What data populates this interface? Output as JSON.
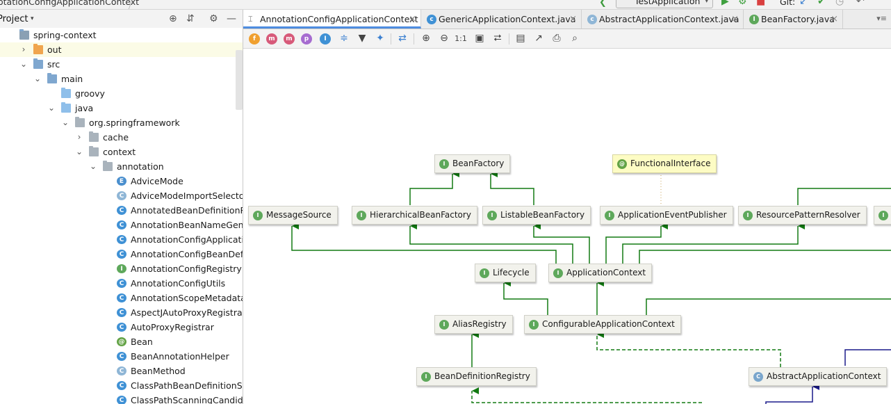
{
  "window": {
    "title": "otationConfigApplicationContext",
    "run_config": "TestApplication",
    "git_label": "Git:"
  },
  "project": {
    "title": "Project",
    "tree": [
      {
        "label": "spring-context",
        "depth": 0,
        "arrow": "",
        "icon": "module"
      },
      {
        "label": "out",
        "depth": 1,
        "arrow": "›",
        "icon": "folder-out",
        "selected": true
      },
      {
        "label": "src",
        "depth": 1,
        "arrow": "⌄",
        "icon": "folder"
      },
      {
        "label": "main",
        "depth": 2,
        "arrow": "⌄",
        "icon": "folder"
      },
      {
        "label": "groovy",
        "depth": 3,
        "arrow": "",
        "icon": "folder-light"
      },
      {
        "label": "java",
        "depth": 3,
        "arrow": "⌄",
        "icon": "folder-light"
      },
      {
        "label": "org.springframework",
        "depth": 4,
        "arrow": "⌄",
        "icon": "package"
      },
      {
        "label": "cache",
        "depth": 5,
        "arrow": "›",
        "icon": "package"
      },
      {
        "label": "context",
        "depth": 5,
        "arrow": "⌄",
        "icon": "package"
      },
      {
        "label": "annotation",
        "depth": 6,
        "arrow": "⌄",
        "icon": "package"
      },
      {
        "label": "AdviceMode",
        "depth": 7,
        "arrow": "",
        "icon": "E"
      },
      {
        "label": "AdviceModeImportSelector",
        "depth": 7,
        "arrow": "",
        "icon": "C-abstract"
      },
      {
        "label": "AnnotatedBeanDefinitionReade",
        "depth": 7,
        "arrow": "",
        "icon": "C"
      },
      {
        "label": "AnnotationBeanNameGenerato",
        "depth": 7,
        "arrow": "",
        "icon": "C"
      },
      {
        "label": "AnnotationConfigApplicationCo",
        "depth": 7,
        "arrow": "",
        "icon": "C"
      },
      {
        "label": "AnnotationConfigBeanDefinition",
        "depth": 7,
        "arrow": "",
        "icon": "C"
      },
      {
        "label": "AnnotationConfigRegistry",
        "depth": 7,
        "arrow": "",
        "icon": "I"
      },
      {
        "label": "AnnotationConfigUtils",
        "depth": 7,
        "arrow": "",
        "icon": "C"
      },
      {
        "label": "AnnotationScopeMetadataResc",
        "depth": 7,
        "arrow": "",
        "icon": "C"
      },
      {
        "label": "AspectJAutoProxyRegistrar",
        "depth": 7,
        "arrow": "",
        "icon": "C"
      },
      {
        "label": "AutoProxyRegistrar",
        "depth": 7,
        "arrow": "",
        "icon": "C"
      },
      {
        "label": "Bean",
        "depth": 7,
        "arrow": "",
        "icon": "@"
      },
      {
        "label": "BeanAnnotationHelper",
        "depth": 7,
        "arrow": "",
        "icon": "C"
      },
      {
        "label": "BeanMethod",
        "depth": 7,
        "arrow": "",
        "icon": "C-abstract"
      },
      {
        "label": "ClassPathBeanDefinitionScanne",
        "depth": 7,
        "arrow": "",
        "icon": "C"
      },
      {
        "label": "ClassPathScanningCandidateCo",
        "depth": 7,
        "arrow": "",
        "icon": "C"
      }
    ]
  },
  "tabs": [
    {
      "label": "AnnotationConfigApplicationContext",
      "icon": "diagram",
      "active": true
    },
    {
      "label": "GenericApplicationContext.java",
      "icon": "C",
      "active": false
    },
    {
      "label": "AbstractApplicationContext.java",
      "icon": "C",
      "active": false
    },
    {
      "label": "BeanFactory.java",
      "icon": "I",
      "active": false
    }
  ],
  "toolbar": {
    "filters": [
      "f",
      "m",
      "m",
      "p",
      "I"
    ],
    "zoom_actual": "1:1"
  },
  "diagram": {
    "nodes": [
      {
        "id": "BeanFactory",
        "label": "BeanFactory",
        "kind": "I"
      },
      {
        "id": "FunctionalInterface",
        "label": "FunctionalInterface",
        "kind": "@"
      },
      {
        "id": "MessageSource",
        "label": "MessageSource",
        "kind": "I"
      },
      {
        "id": "HierarchicalBeanFactory",
        "label": "HierarchicalBeanFactory",
        "kind": "I"
      },
      {
        "id": "ListableBeanFactory",
        "label": "ListableBeanFactory",
        "kind": "I"
      },
      {
        "id": "ApplicationEventPublisher",
        "label": "ApplicationEventPublisher",
        "kind": "I"
      },
      {
        "id": "ResourcePatternResolver",
        "label": "ResourcePatternResolver",
        "kind": "I"
      },
      {
        "id": "Lifecycle",
        "label": "Lifecycle",
        "kind": "I"
      },
      {
        "id": "ApplicationContext",
        "label": "ApplicationContext",
        "kind": "I"
      },
      {
        "id": "AliasRegistry",
        "label": "AliasRegistry",
        "kind": "I"
      },
      {
        "id": "ConfigurableApplicationContext",
        "label": "ConfigurableApplicationContext",
        "kind": "I"
      },
      {
        "id": "BeanDefinitionRegistry",
        "label": "BeanDefinitionRegistry",
        "kind": "I"
      },
      {
        "id": "AbstractApplicationContext",
        "label": "AbstractApplicationContext",
        "kind": "C-abstract"
      }
    ],
    "colors": {
      "interface_extends": "#127a12",
      "class_extends": "#1a1a8a",
      "node_bg": "#f2f2ec",
      "annotation_bg": "#fdfcc4"
    }
  }
}
